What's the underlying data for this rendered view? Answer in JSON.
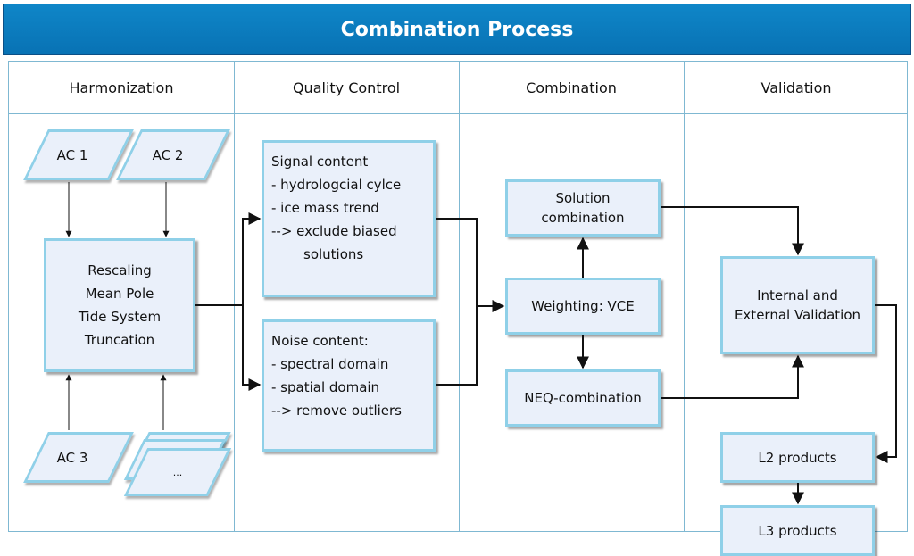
{
  "header": {
    "title": "Combination Process"
  },
  "columns": [
    {
      "title": "Harmonization"
    },
    {
      "title": "Quality Control"
    },
    {
      "title": "Combination"
    },
    {
      "title": "Validation"
    }
  ],
  "inputs": {
    "ac1": "AC 1",
    "ac2": "AC 2",
    "ac3": "AC 3",
    "more": "..."
  },
  "harmonization_box": {
    "lines": [
      "Rescaling",
      "Mean Pole",
      "Tide System",
      "Truncation"
    ]
  },
  "signal_box": {
    "lines": [
      "Signal content",
      "- hydrologcial cylce",
      "- ice mass trend",
      "--> exclude biased",
      "solutions"
    ]
  },
  "noise_box": {
    "lines": [
      "Noise content:",
      "- spectral domain",
      "- spatial domain",
      "--> remove outliers"
    ]
  },
  "solution_box": {
    "lines": [
      "Solution",
      "combination"
    ]
  },
  "weighting_box": {
    "label": "Weighting: VCE"
  },
  "neq_box": {
    "label": "NEQ-combination"
  },
  "validation_box": {
    "lines": [
      "Internal and",
      "External Validation"
    ]
  },
  "l2_box": {
    "label": "L2 products"
  },
  "l3_box": {
    "label": "L3 products"
  },
  "colors": {
    "header_bg": "#0872b4",
    "box_fill": "#eaf0fa",
    "box_border": "#8fd0e8",
    "grid_line": "#7fb8d2"
  }
}
